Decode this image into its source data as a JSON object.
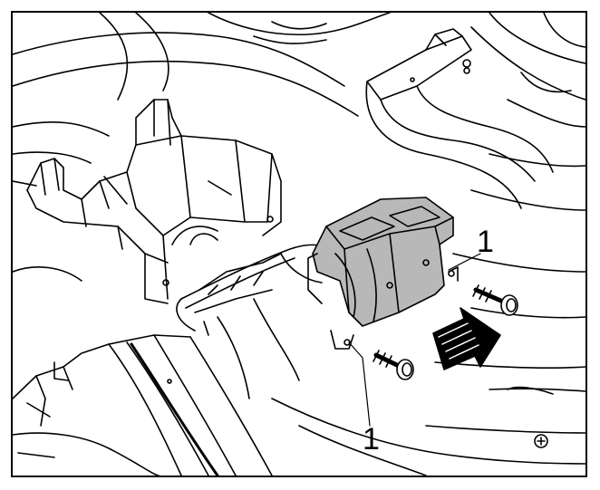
{
  "callouts": [
    {
      "label": "1",
      "refers_to": "screw"
    },
    {
      "label": "1",
      "refers_to": "screw"
    }
  ],
  "colors": {
    "line": "#000000",
    "component_fill": "#b8b8b8",
    "background": "#ffffff"
  }
}
